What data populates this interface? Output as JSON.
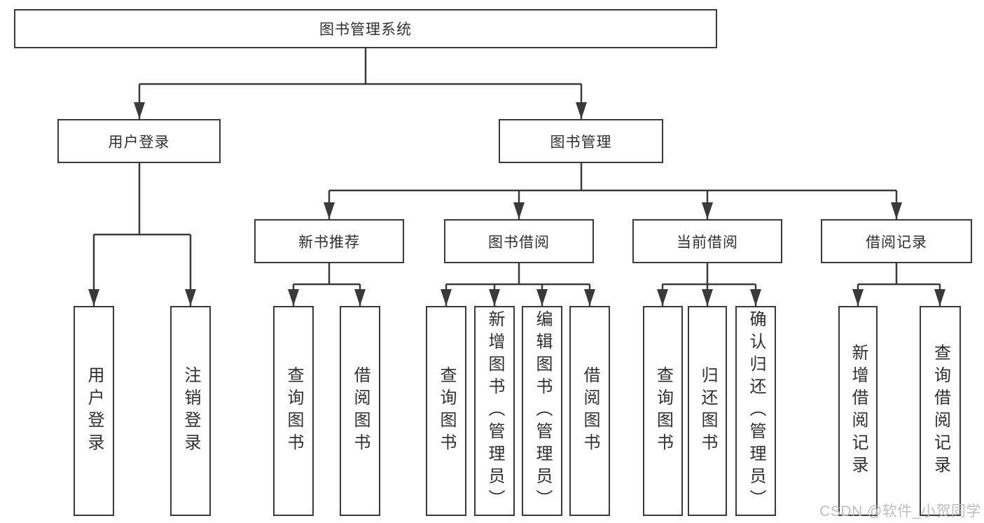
{
  "diagram": {
    "root": {
      "label": "图书管理系统"
    },
    "branches": [
      {
        "label": "用户登录",
        "children": [
          {
            "label": "用户登录"
          },
          {
            "label": "注销登录"
          }
        ]
      },
      {
        "label": "图书管理",
        "children": [
          {
            "label": "新书推荐",
            "children": [
              {
                "label": "查询图书"
              },
              {
                "label": "借阅图书"
              }
            ]
          },
          {
            "label": "图书借阅",
            "children": [
              {
                "label": "查询图书"
              },
              {
                "label": "新增图书（管理员）"
              },
              {
                "label": "编辑图书（管理员）"
              },
              {
                "label": "借阅图书"
              }
            ]
          },
          {
            "label": "当前借阅",
            "children": [
              {
                "label": "查询图书"
              },
              {
                "label": "归还图书"
              },
              {
                "label": "确认归还（管理员）"
              }
            ]
          },
          {
            "label": "借阅记录",
            "children": [
              {
                "label": "新增借阅记录"
              },
              {
                "label": "查询借阅记录"
              }
            ]
          }
        ]
      }
    ]
  },
  "watermark": "CSDN @软件_小贺同学",
  "colors": {
    "line": "#3a3a3a",
    "text": "#2f2f2f",
    "watermark": "#bdbdbd",
    "background": "#ffffff"
  }
}
